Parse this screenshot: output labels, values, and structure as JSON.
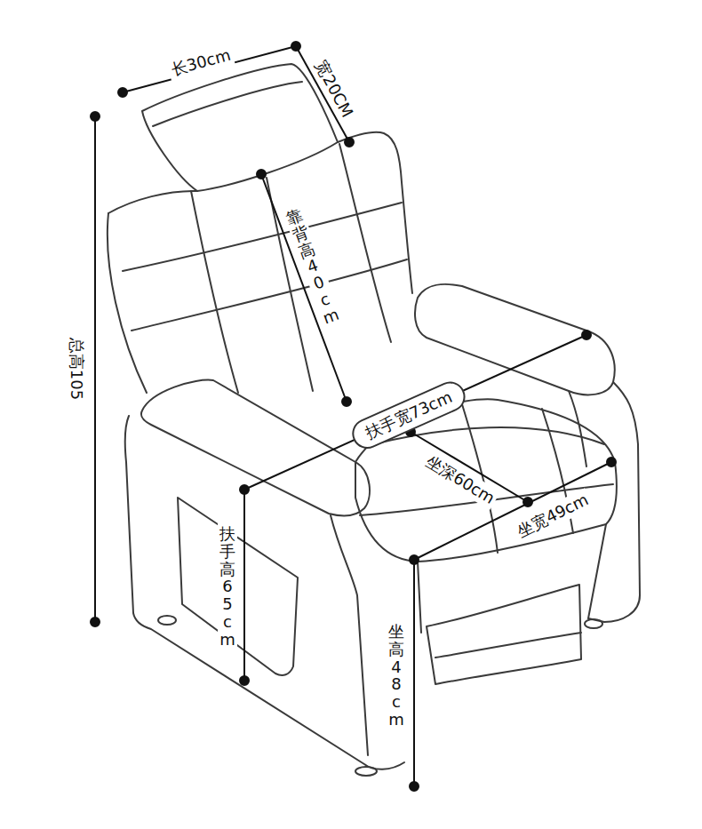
{
  "diagram": {
    "nodes": [
      {
        "text": [
          "扶手宽73cm"
        ]
      }
    ],
    "labels": [
      "长30cm",
      "宽20CM",
      "总高105",
      "靠背高40cm",
      "坐深60cm",
      "坐宽49cm",
      "扶手高65cm",
      "坐高48cm"
    ]
  }
}
